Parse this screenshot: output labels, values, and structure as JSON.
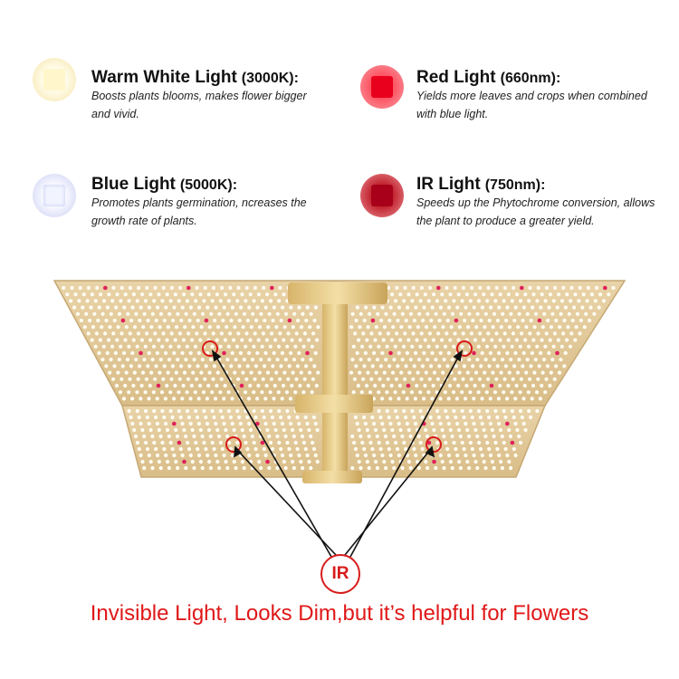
{
  "features": [
    {
      "title": "Warm White Light",
      "spec": "(3000K):",
      "description": "Boosts plants blooms, makes flower bigger and vivid.",
      "icon": "warm-white-led-icon",
      "glow": "#fff3c2",
      "core": "#fff0b0"
    },
    {
      "title": "Red Light",
      "spec": "(660nm):",
      "description": "Yields more leaves and crops when combined with blue light.",
      "icon": "red-led-icon",
      "glow": "#ff9a9a",
      "core": "#e8001c"
    },
    {
      "title": "Blue Light",
      "spec": "(5000K):",
      "description": "Promotes plants germination, ncreases the growth rate of plants.",
      "icon": "blue-led-icon",
      "glow": "#d8dcff",
      "core": "#eef0ff"
    },
    {
      "title": "IR Light",
      "spec": "(750nm):",
      "description": "Speeds up the Phytochrome conversion, allows the plant to produce a greater yield.",
      "icon": "ir-led-icon",
      "glow": "#f08a8a",
      "core": "#b0001a"
    }
  ],
  "ir_badge": "IR",
  "caption": "Invisible Light, Looks Dim,but it’s helpful for Flowers",
  "colors": {
    "accent_red": "#e01818",
    "board_gold": "#e2c99c",
    "led_white": "#fffdf3",
    "led_red": "#e0215a"
  }
}
